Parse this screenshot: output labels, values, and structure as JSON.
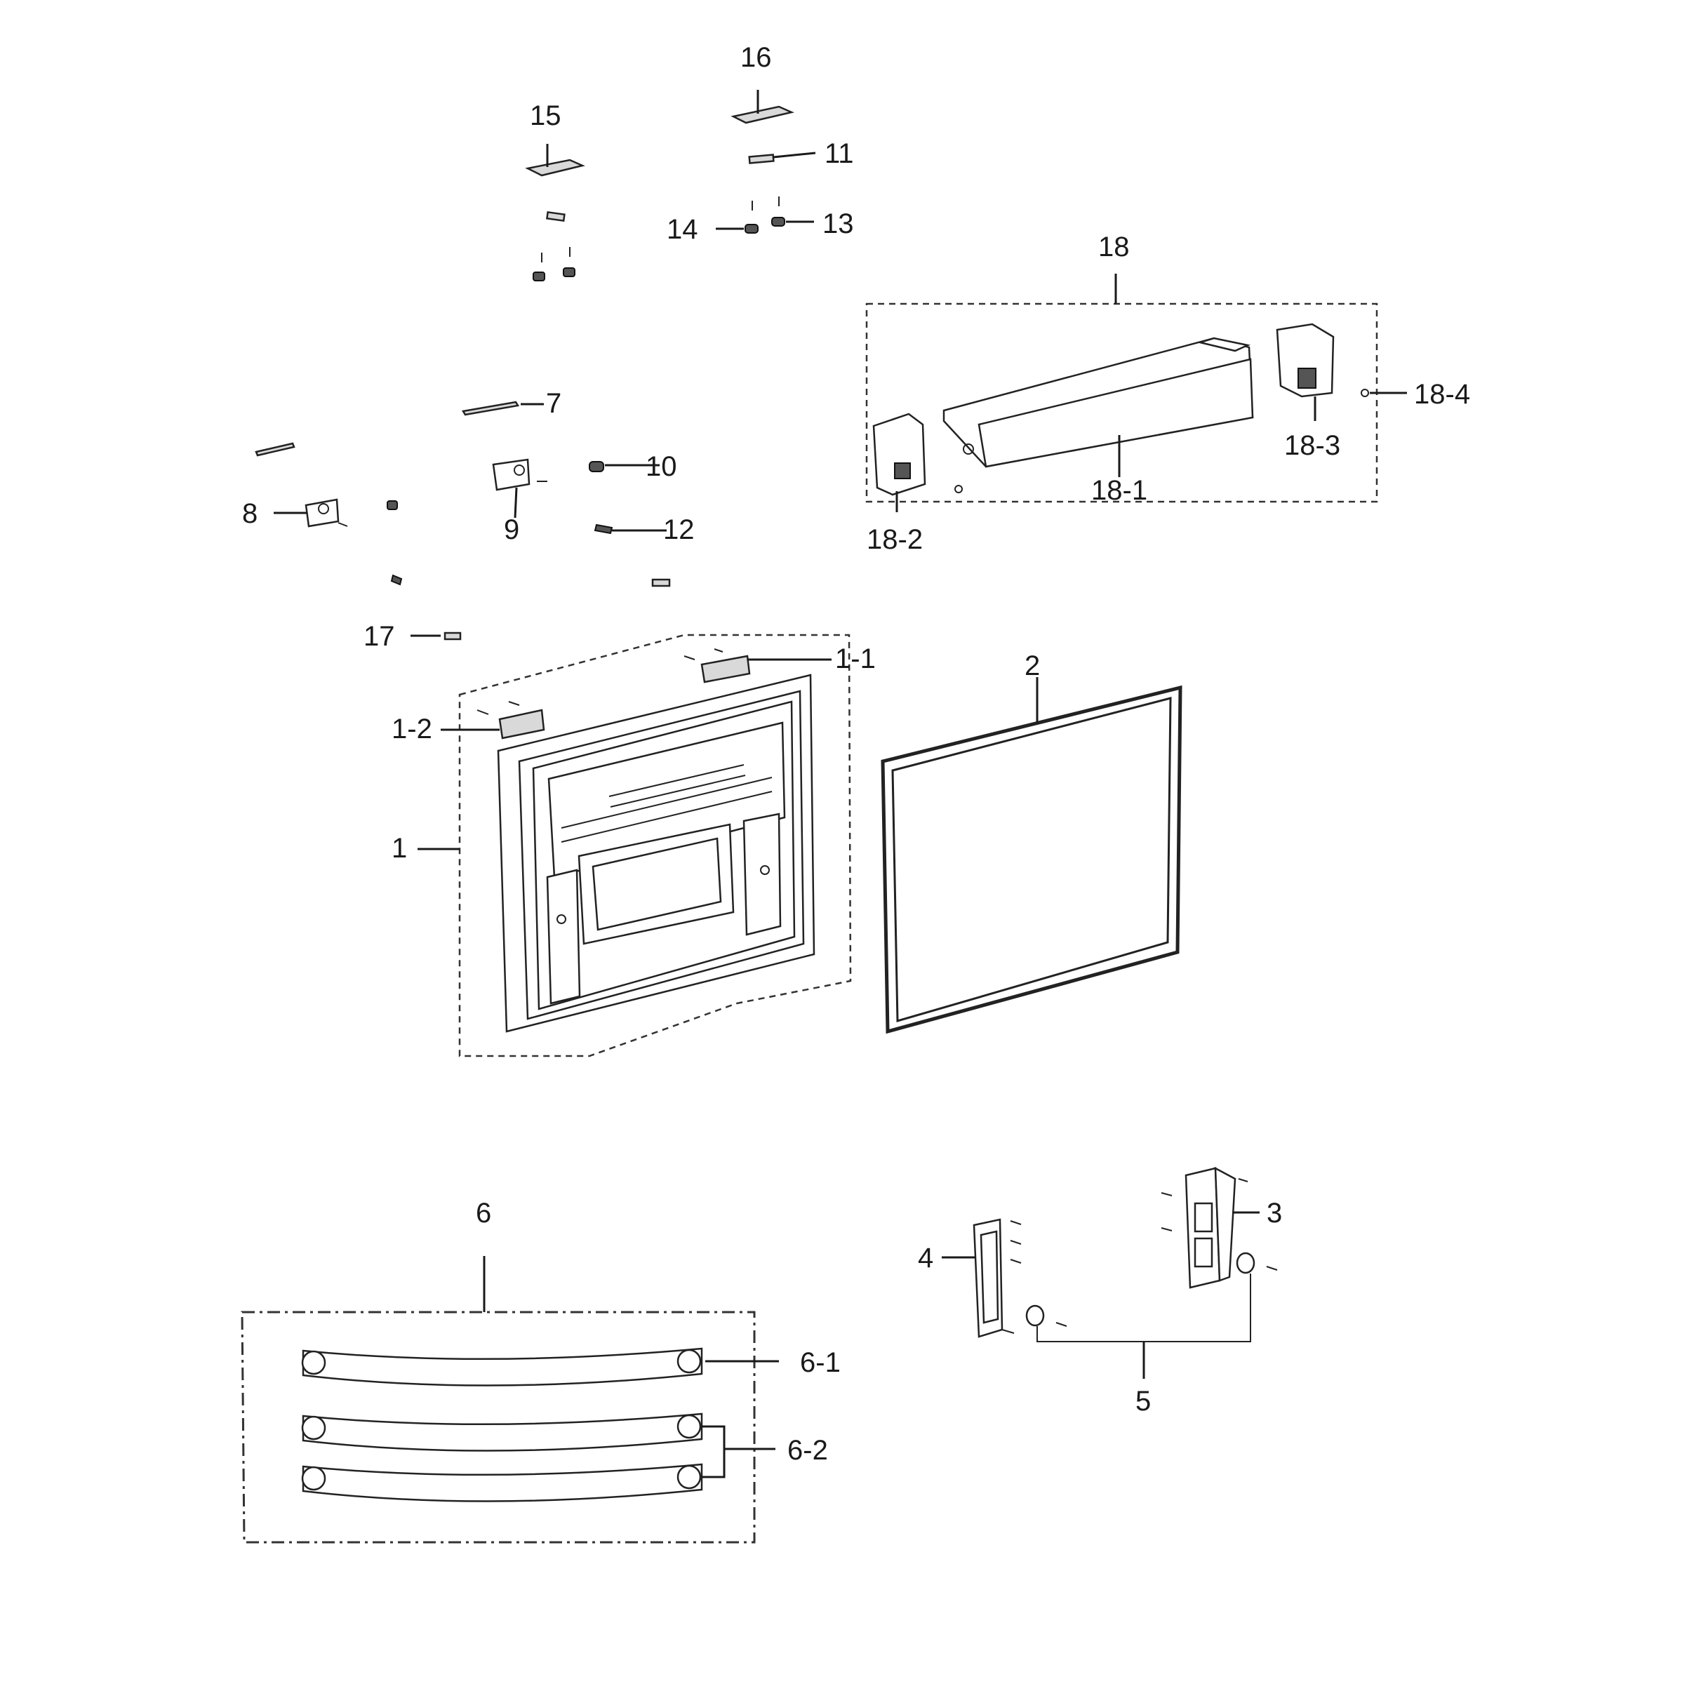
{
  "labels": {
    "p1": "1",
    "p1_1": "1-1",
    "p1_2": "1-2",
    "p2": "2",
    "p3": "3",
    "p4": "4",
    "p5": "5",
    "p6": "6",
    "p6_1": "6-1",
    "p6_2": "6-2",
    "p7": "7",
    "p8": "8",
    "p9": "9",
    "p10": "10",
    "p11": "11",
    "p12": "12",
    "p13": "13",
    "p14": "14",
    "p15": "15",
    "p16": "16",
    "p17": "17",
    "p18": "18",
    "p18_1": "18-1",
    "p18_2": "18-2",
    "p18_3": "18-3",
    "p18_4": "18-4"
  },
  "icons": {
    "door": "door-icon",
    "gasket": "gasket-icon",
    "bracket": "bracket-icon",
    "guard": "door-guard-icon",
    "handle": "handle-icon",
    "screw": "screw-icon"
  },
  "colors": {
    "line": "#1a1a1a",
    "background": "#ffffff"
  }
}
